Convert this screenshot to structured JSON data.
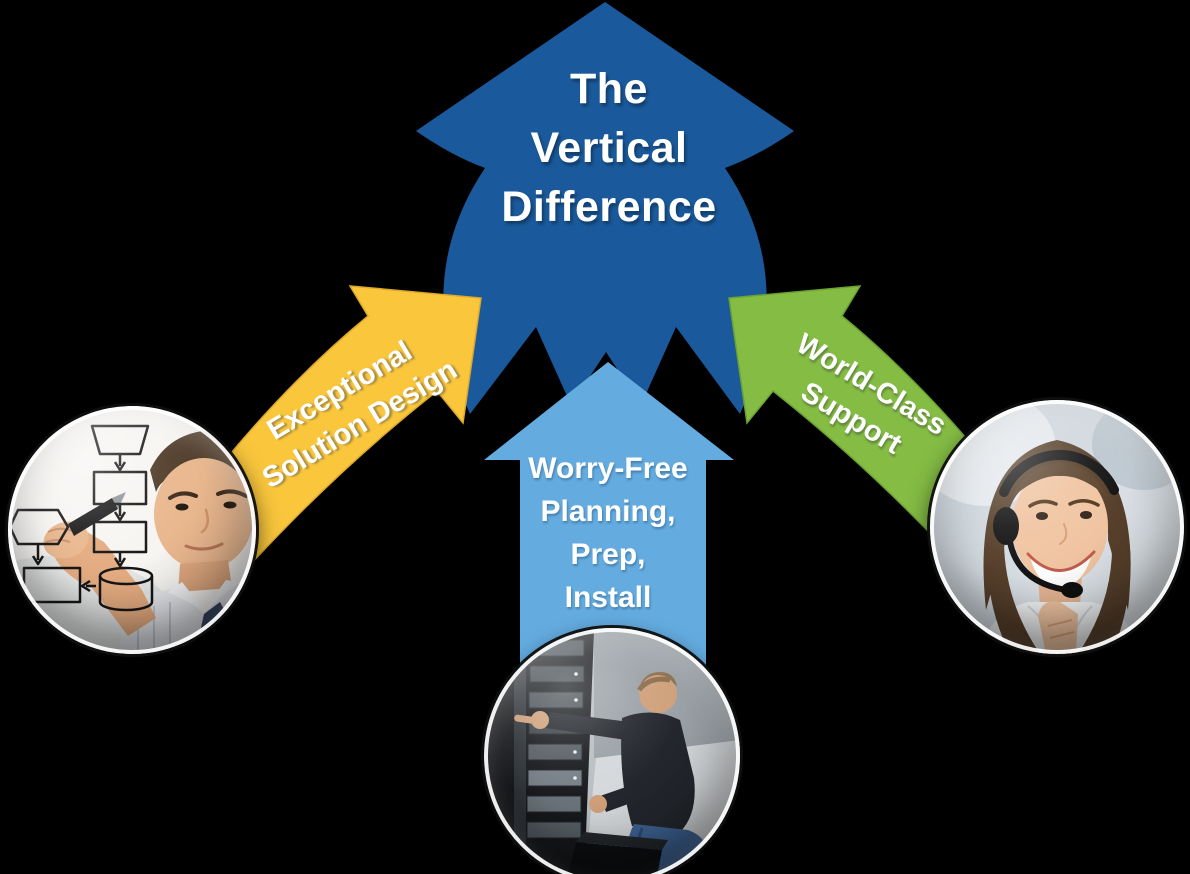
{
  "canvas": {
    "background_color": "#000000",
    "text_color": "#FFFFFF"
  },
  "arrows": {
    "main": {
      "color": "#1A5A9C",
      "label_lines": [
        "The",
        "Vertical",
        "Difference"
      ]
    },
    "design": {
      "color": "#F9C63C",
      "edge_color": "#DDA82B",
      "label_lines": [
        "Exceptional",
        "Solution Design"
      ]
    },
    "install": {
      "color": "#64ACE0",
      "label_lines": [
        "Worry-Free",
        "Planning,",
        "Prep,",
        "Install"
      ]
    },
    "support": {
      "color": "#84BC44",
      "edge_color": "#6CA232",
      "label_lines": [
        "World-Class",
        "Support"
      ]
    }
  }
}
